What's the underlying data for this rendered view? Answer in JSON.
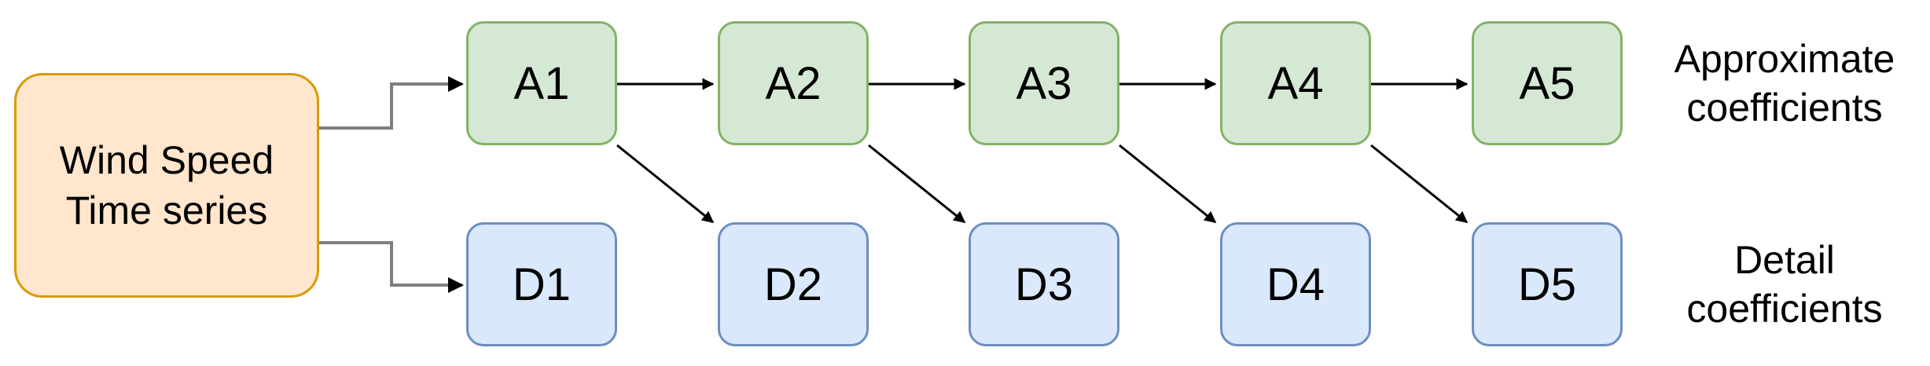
{
  "source": {
    "lines": [
      "Wind Speed",
      "Time series"
    ],
    "fill": "#ffe6cc",
    "stroke": "#d79b00"
  },
  "approximate": {
    "nodes": [
      "A1",
      "A2",
      "A3",
      "A4",
      "A5"
    ],
    "label": [
      "Approximate",
      "coefficients"
    ],
    "fill": "#d5e8d4",
    "stroke": "#82b366"
  },
  "detail": {
    "nodes": [
      "D1",
      "D2",
      "D3",
      "D4",
      "D5"
    ],
    "label": [
      "Detail",
      "coefficients"
    ],
    "fill": "#dae8fc",
    "stroke": "#6c8ebf"
  },
  "connectors": {
    "source_to_first": "gray-elbow-arrow",
    "approx_chain": "black-arrow",
    "approx_to_next_detail": "black-diagonal-arrow"
  }
}
